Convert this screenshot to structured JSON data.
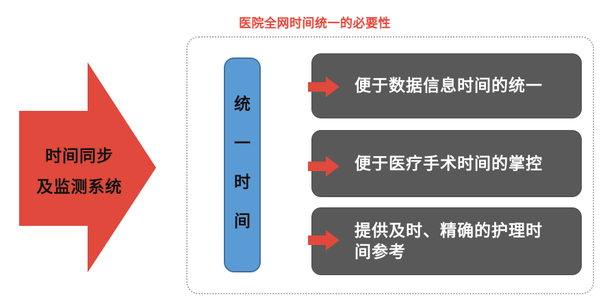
{
  "title": "医院全网时间统一的必要性",
  "left_arrow": {
    "line1": "时间同步",
    "line2": "及监测系统"
  },
  "center_bar": {
    "label": "统一时间",
    "chars": [
      "统",
      "一",
      "时",
      "间"
    ]
  },
  "items": [
    {
      "text": "便于数据信息时间的统一"
    },
    {
      "text": "便于医疗手术时间的掌控"
    },
    {
      "text": "提供及时、精确的护理时间参考"
    }
  ],
  "colors": {
    "red": "#E0493C",
    "title_red": "#ED4438",
    "box_gray": "#595959",
    "box_border": "#4A4A4A",
    "bar_blue": "#5B9BD5",
    "bar_blue_border": "#41719C",
    "dotted_border": "#ABABAB",
    "box_text_white": "#FFFFFF",
    "arrow_text_black": "#111111",
    "canvas_bg": "#FFFFFF"
  }
}
